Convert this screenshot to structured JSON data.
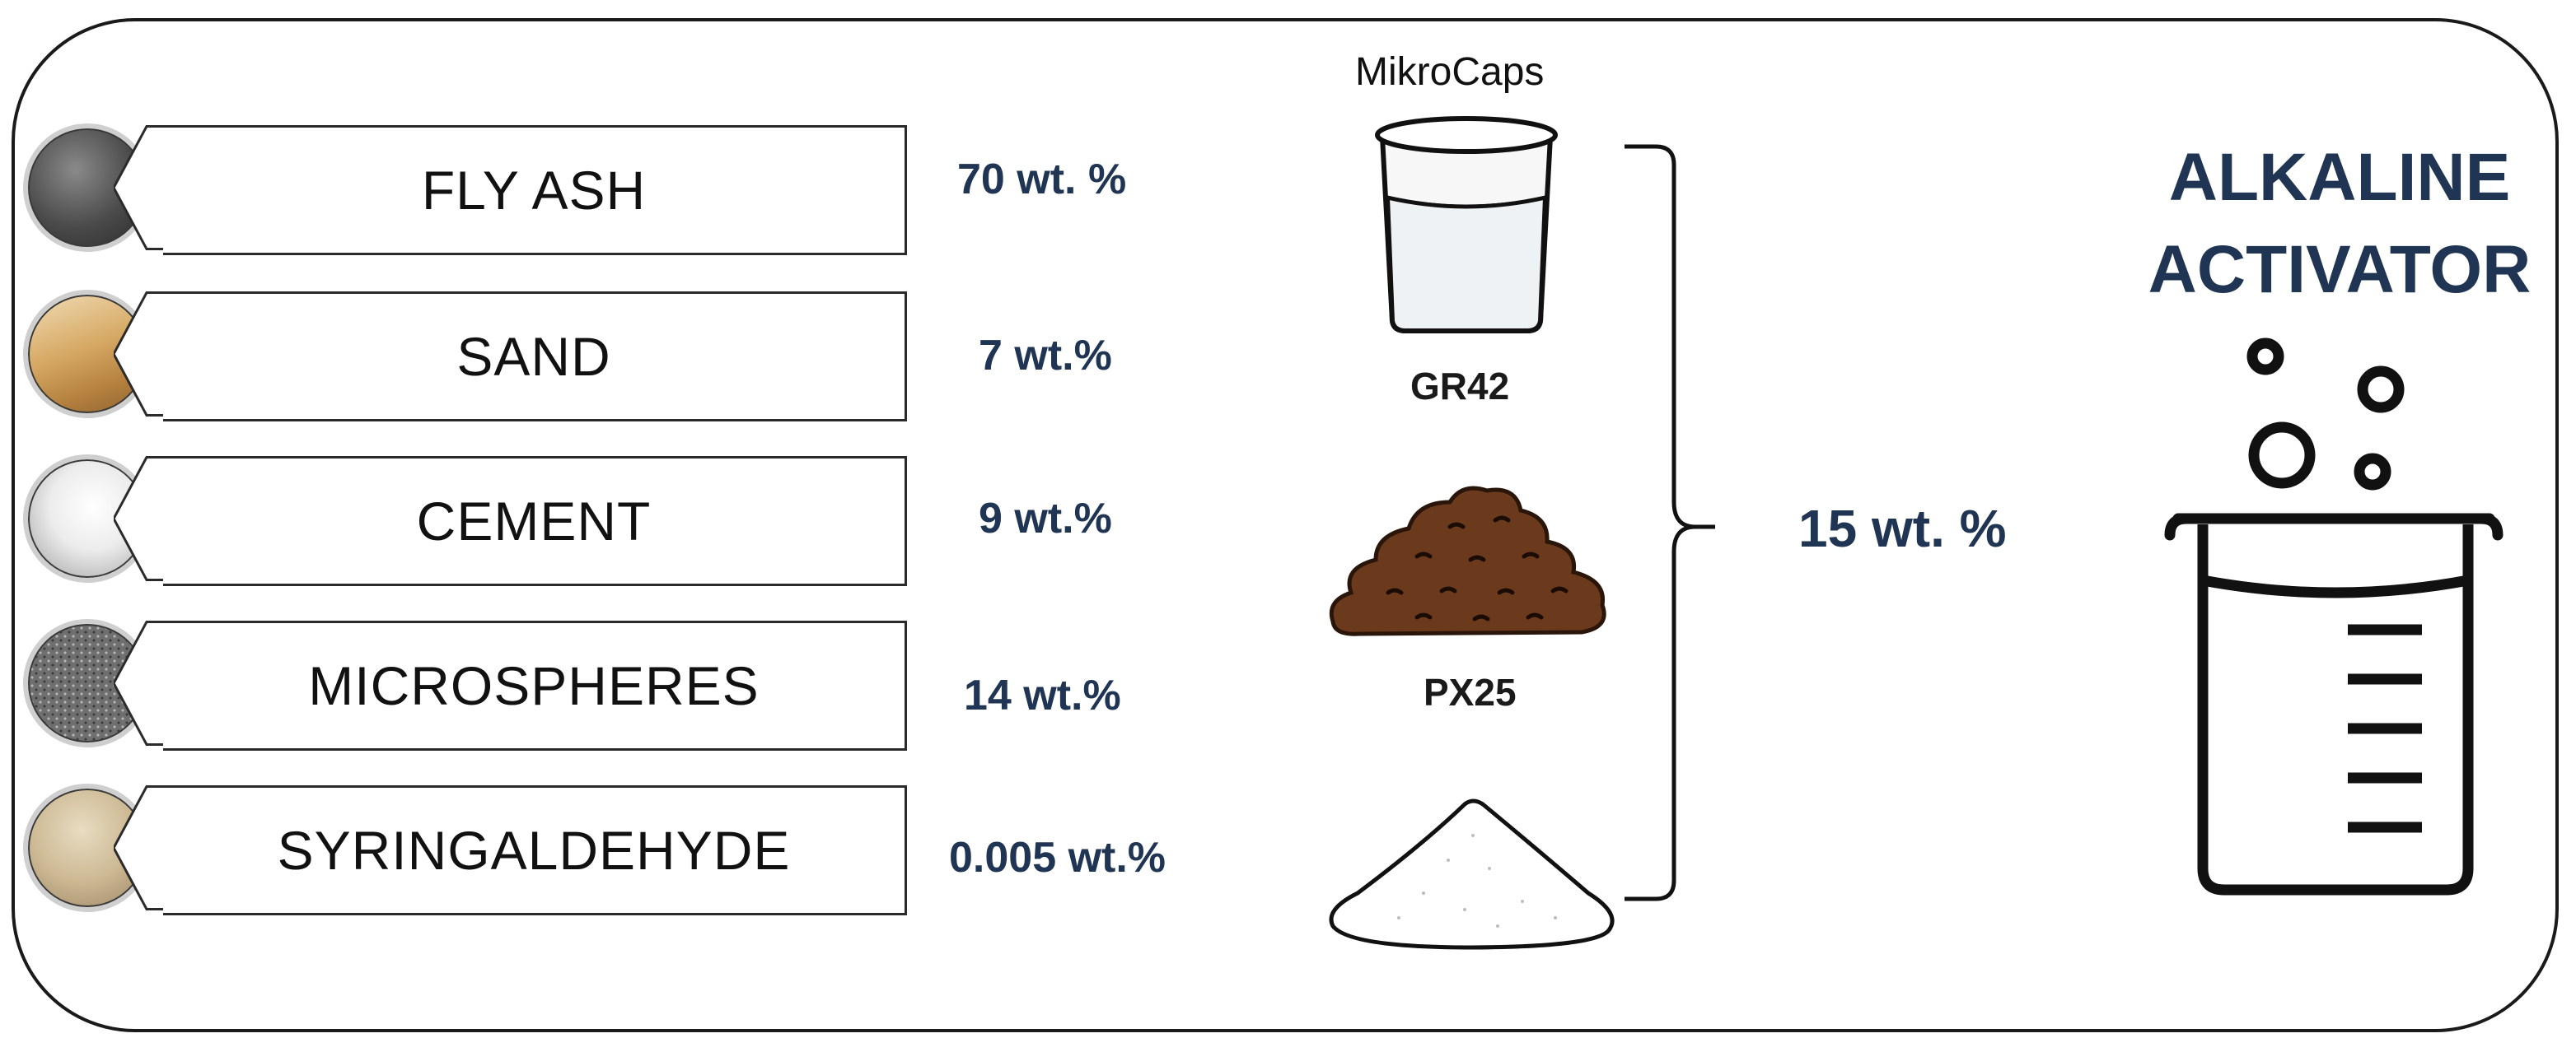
{
  "materials": [
    {
      "label": "FLY ASH",
      "percent": "70 wt. %",
      "swatch": "#5a5a5a"
    },
    {
      "label": "SAND",
      "percent": "7 wt.%",
      "swatch": "#d2a86c"
    },
    {
      "label": "CEMENT",
      "percent": "9 wt.%",
      "swatch": "#e8e8e8"
    },
    {
      "label": "MICROSPHERES",
      "percent": "14 wt.%",
      "swatch": "#7a7a7a"
    },
    {
      "label": "SYRINGALDEHYDE",
      "percent": "0.005 wt.%",
      "swatch": "#c9b592"
    }
  ],
  "mikrocaps": {
    "title": "MikroCaps",
    "items": [
      {
        "name": "GR42",
        "icon": "beaker-liquid-icon"
      },
      {
        "name": "PX25",
        "icon": "brown-granules-pile-icon"
      },
      {
        "name": "",
        "icon": "white-powder-pile-icon"
      }
    ],
    "total_percent": "15 wt. %"
  },
  "activator": {
    "line1": "ALKALINE",
    "line2": "ACTIVATOR",
    "icon": "bubbling-beaker-icon"
  },
  "colors": {
    "accent": "#1f3553",
    "border": "#1a1a1a",
    "soil": "#6b3a1c"
  }
}
